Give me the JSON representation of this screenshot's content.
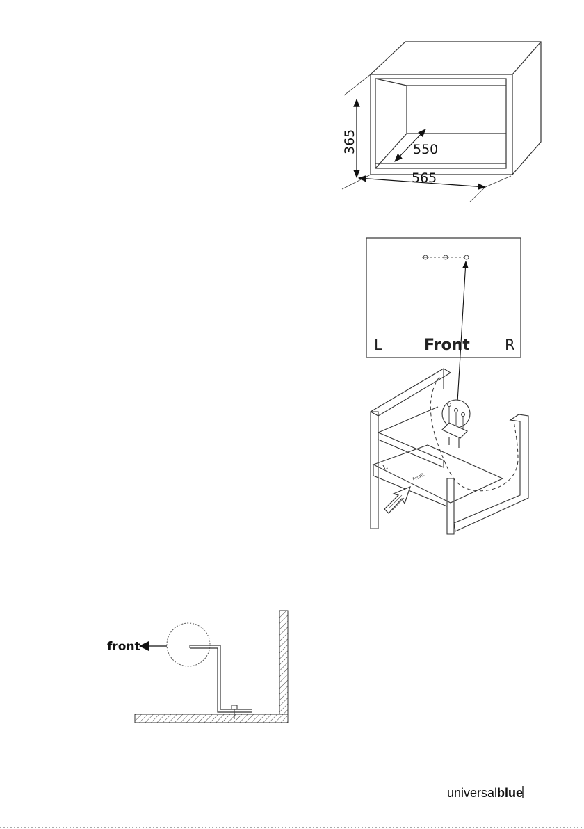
{
  "cabinet_dimensions": {
    "height": "365",
    "depth": "550",
    "width": "565"
  },
  "top_view": {
    "left_label": "L",
    "front_label": "Front",
    "right_label": "R"
  },
  "shelf_markings": {
    "left": "L",
    "front": "Front"
  },
  "side_detail": {
    "front_label": "front"
  },
  "brand": {
    "part1": "universal",
    "part2": "blue"
  }
}
